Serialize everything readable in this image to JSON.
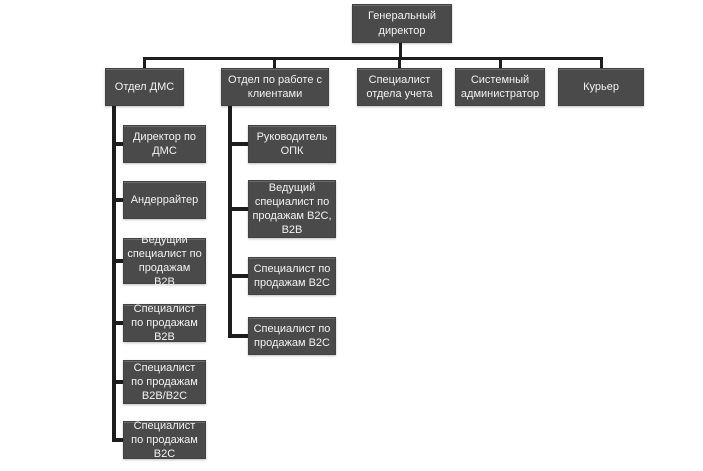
{
  "colors": {
    "box_fill": "#4a4a4a",
    "box_text": "#f2f2f2",
    "connector": "#1d1d1d",
    "background": "#ffffff"
  },
  "org": {
    "root": {
      "label": "Генеральный директор"
    },
    "level2": [
      {
        "label": "Отдел ДМС"
      },
      {
        "label": "Отдел по работе с клиентами"
      },
      {
        "label": "Специалист отдела учета"
      },
      {
        "label": "Системный администратор"
      },
      {
        "label": "Курьер"
      }
    ],
    "dms_children": [
      {
        "label": "Директор по ДМС"
      },
      {
        "label": "Андеррайтер"
      },
      {
        "label": "Ведущий специалист по продажам B2B"
      },
      {
        "label": "Специалист по продажам B2B"
      },
      {
        "label": "Специалист по продажам B2B/B2C"
      },
      {
        "label": "Специалист по продажам B2C"
      }
    ],
    "clients_children": [
      {
        "label": "Руководитель ОПК"
      },
      {
        "label": "Ведущий специалист по продажам B2C, B2B"
      },
      {
        "label": "Специалист по продажам B2C"
      },
      {
        "label": "Специалист по продажам B2C"
      }
    ]
  }
}
